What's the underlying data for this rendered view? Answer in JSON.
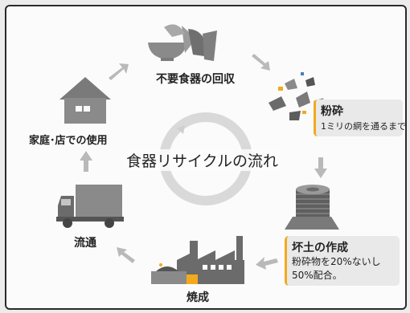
{
  "diagram": {
    "title": "食器リサイクルの流れ",
    "steps": [
      {
        "id": "collection",
        "label": "不要食器の回収",
        "icon": "broken-dishes-icon"
      },
      {
        "id": "crushing",
        "label": "粉砕",
        "note": "1ミリの網を通るまで",
        "icon": "crushed-fragments-icon"
      },
      {
        "id": "clay",
        "label": "坏土の作成",
        "note": "粉砕物を20%ないし50%配合。",
        "icon": "clay-block-icon"
      },
      {
        "id": "firing",
        "label": "焼成",
        "icon": "factory-icon"
      },
      {
        "id": "distribution",
        "label": "流通",
        "icon": "truck-icon"
      },
      {
        "id": "use",
        "label": "家庭･店での使用",
        "icon": "house-icon"
      }
    ],
    "colors": {
      "icon_fill": "#6b6b6b",
      "icon_light": "#9a9a9a",
      "cycle_ring": "#d7d7d7",
      "accent": "#f2a91d"
    }
  }
}
